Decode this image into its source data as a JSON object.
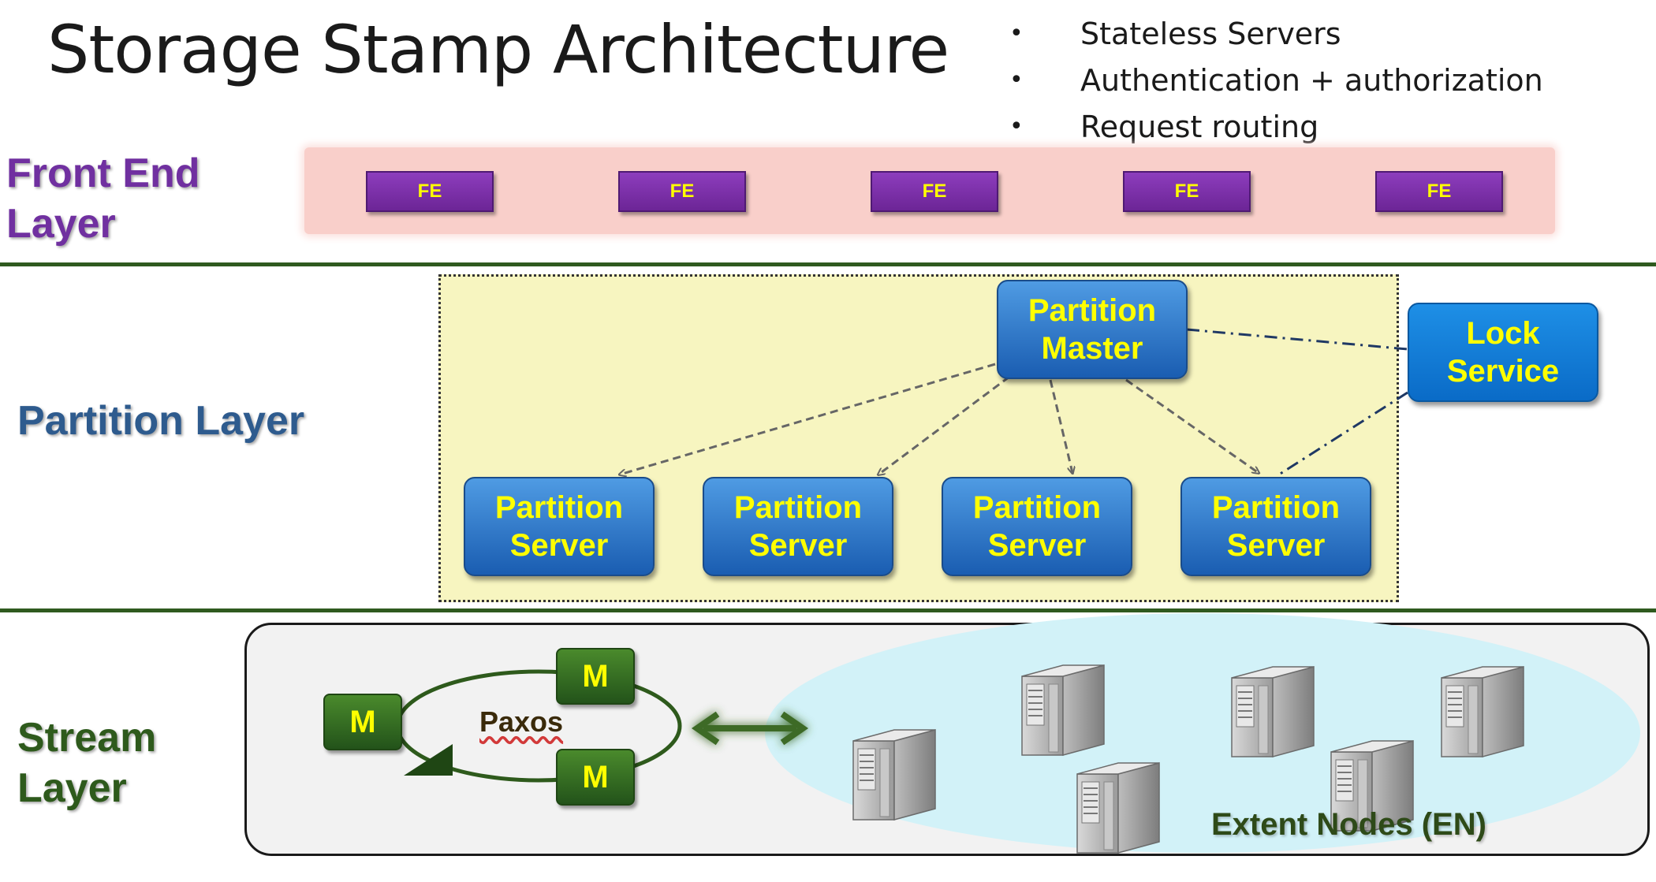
{
  "title": "Storage Stamp Architecture",
  "bullets": [
    "Stateless Servers",
    "Authentication + authorization",
    "Request routing"
  ],
  "bullet_glyph": "•",
  "layers": {
    "front_end": "Front End\nLayer",
    "partition": "Partition Layer",
    "stream": "Stream\nLayer"
  },
  "front_end_nodes": [
    "FE",
    "FE",
    "FE",
    "FE",
    "FE"
  ],
  "partition": {
    "master": "Partition\nMaster",
    "lock_service": "Lock\nService",
    "servers": [
      "Partition\nServer",
      "Partition\nServer",
      "Partition\nServer",
      "Partition\nServer"
    ]
  },
  "stream": {
    "paxos_label": "Paxos",
    "masters": [
      "M",
      "M",
      "M"
    ],
    "extent_nodes_label": "Extent Nodes (EN)",
    "server_icon": "server-tower-icon"
  },
  "colors": {
    "fe_purple": "#7030a0",
    "partition_blue": "#2e5b8e",
    "stream_green": "#2e5a1c",
    "box_text_yellow": "#ffff00"
  }
}
